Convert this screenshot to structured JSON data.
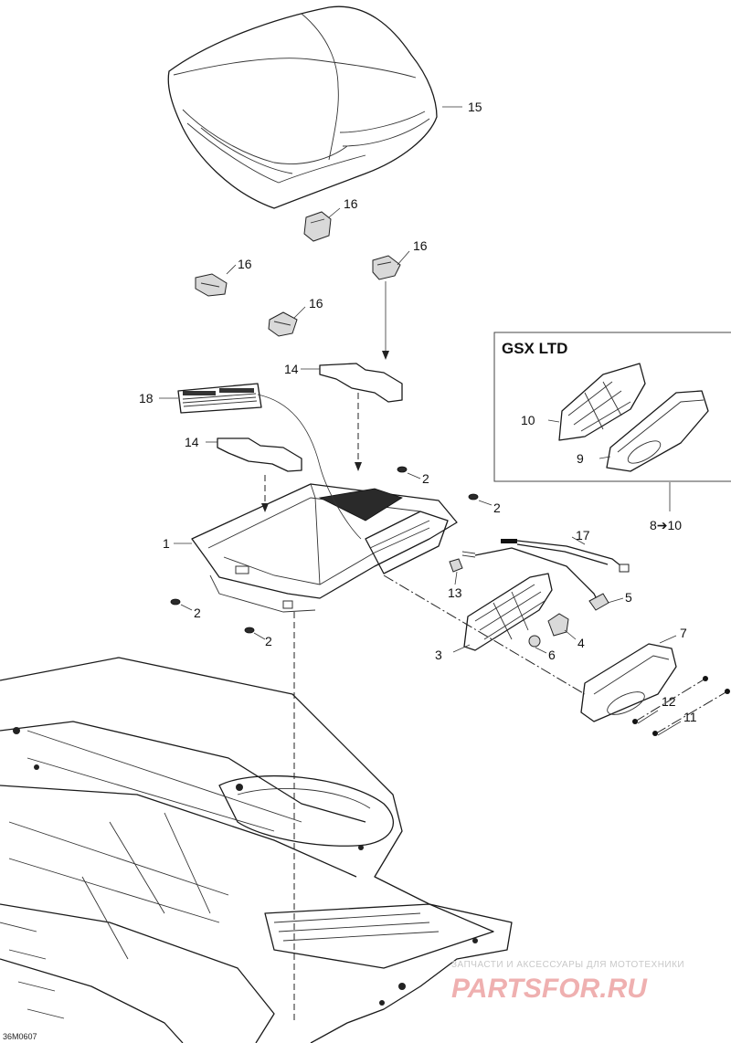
{
  "box_title": "GSX LTD",
  "callouts": {
    "c1": "1",
    "c2a": "2",
    "c2b": "2",
    "c2c": "2",
    "c2d": "2",
    "c3": "3",
    "c4": "4",
    "c5": "5",
    "c6": "6",
    "c7": "7",
    "c8_10": "8➔10",
    "c9": "9",
    "c10": "10",
    "c11": "11",
    "c12": "12",
    "c13": "13",
    "c14a": "14",
    "c14b": "14",
    "c15": "15",
    "c16a": "16",
    "c16b": "16",
    "c16c": "16",
    "c16d": "16",
    "c17": "17",
    "c18": "18"
  },
  "watermark": {
    "tagline": "ЗАПЧАСТИ И АКСЕССУАРЫ ДЛЯ МОТОТЕХНИКИ",
    "logo": "PARTSFOR.RU"
  },
  "doc_number": "36M0607"
}
